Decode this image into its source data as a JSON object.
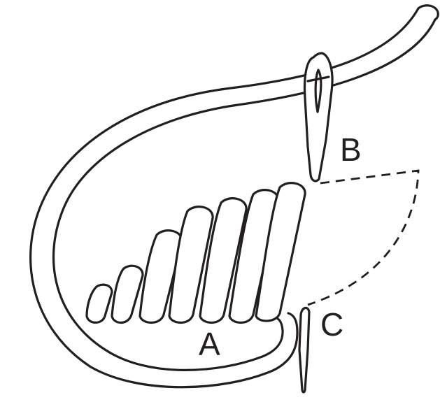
{
  "labels": {
    "a": "A",
    "b": "B",
    "c": "C"
  },
  "colors": {
    "ink": "#231f20",
    "background": "#ffffff"
  }
}
